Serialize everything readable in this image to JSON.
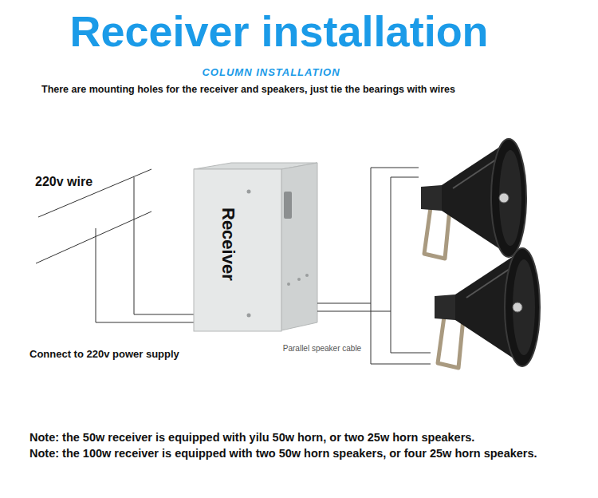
{
  "diagram": {
    "title": "Receiver installation",
    "nodes": [
      {
        "text": [
          "Receiver"
        ]
      }
    ],
    "labels": [
      "COLUMN INSTALLATION",
      "There are mounting holes for the receiver and speakers, just tie the bearings with wires",
      "220v wire",
      "Connect to 220v power supply",
      "Parallel speaker cable",
      "Note: the 50w receiver is equipped with yilu 50w horn, or two 25w horn speakers.",
      "Note: the 100w receiver is equipped with two 50w horn speakers, or four 25w horn speakers."
    ]
  }
}
